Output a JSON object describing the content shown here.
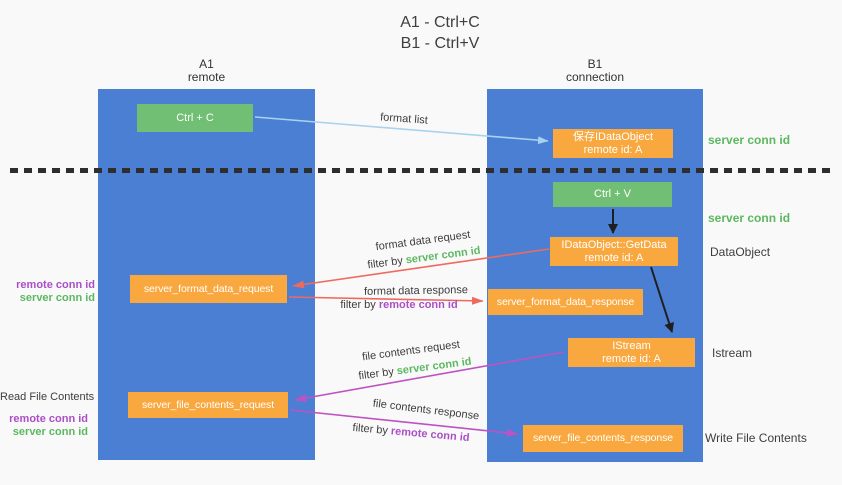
{
  "title": {
    "line1": "A1 - Ctrl+C",
    "line2": "B1 - Ctrl+V"
  },
  "lanes": {
    "left": {
      "title": "A1",
      "subtitle": "remote"
    },
    "right": {
      "title": "B1",
      "subtitle": "connection"
    }
  },
  "nodes": {
    "ctrl_c": {
      "label": "Ctrl + C"
    },
    "ctrl_v": {
      "label": "Ctrl + V"
    },
    "save_idataobject": {
      "line1": "保存IDataObject",
      "line2": "remote id: A"
    },
    "idataobject_getdata": {
      "line1": "IDataObject::GetData",
      "line2": "remote id: A"
    },
    "istream": {
      "line1": "IStream",
      "line2": "remote id: A"
    },
    "server_format_data_request": {
      "label": "server_format_data_request"
    },
    "server_format_data_response": {
      "label": "server_format_data_response"
    },
    "server_file_contents_request": {
      "label": "server_file_contents_request"
    },
    "server_file_contents_response": {
      "label": "server_file_contents_response"
    }
  },
  "annotations": {
    "server_conn_id_top": "server conn id",
    "server_conn_id_mid": "server conn id",
    "dataobject": "DataObject",
    "istream": "Istream",
    "write_file_contents": "Write File Contents",
    "read_file_contents": "Read File Contents",
    "left_mid": {
      "remote_conn_id": "remote conn id",
      "server_conn_id": "server conn id"
    },
    "left_bottom": {
      "remote_conn_id": "remote conn id",
      "server_conn_id": "server conn id"
    }
  },
  "arrow_labels": {
    "format_list": "format list",
    "format_data_request": "format data request",
    "format_data_response": "format data response",
    "file_contents_request": "file contents request",
    "file_contents_response": "file contents response",
    "filter_by": "filter by ",
    "server_conn_id": "server conn id",
    "remote_conn_id": "remote conn id"
  },
  "colors": {
    "lane_blue": "#4a7fd4",
    "node_green": "#71bf74",
    "node_orange": "#f8a83e",
    "text_green": "#5cb860",
    "text_purple": "#ab4fc6",
    "arrow_red": "#ef6a5e",
    "arrow_magenta": "#bd53c3",
    "arrow_lightblue": "#a9d2ef",
    "arrow_black": "#1f1f1f"
  }
}
